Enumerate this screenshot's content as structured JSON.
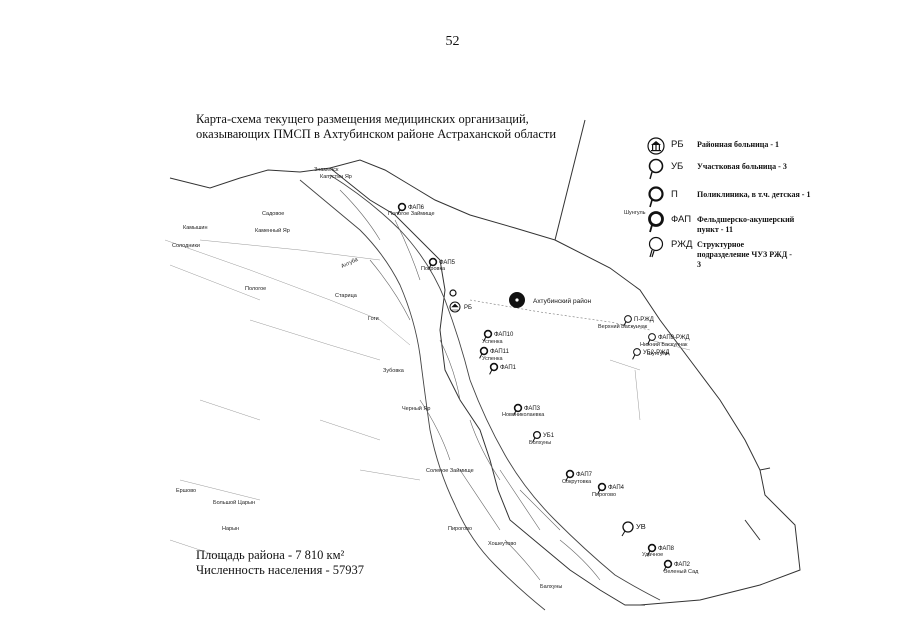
{
  "page_number": "52",
  "title": {
    "line1": "Карта-схема текущего размещения медицинских организаций,",
    "line2": "оказывающих ПМСП в Ахтубинском районе Астраханской области"
  },
  "legend": [
    {
      "abbr": "РБ",
      "desc": "Районная больница - 1",
      "icon": "hospital-icon"
    },
    {
      "abbr": "УБ",
      "desc": "Участковая больница - 3",
      "icon": "pin-icon"
    },
    {
      "abbr": "П",
      "desc": "Поликлиника, в т.ч. детская - 1",
      "icon": "pin-icon"
    },
    {
      "abbr": "ФАП",
      "desc": "Фельдшерско-акушерский пункт - 11",
      "icon": "pin-icon"
    },
    {
      "abbr": "РЖД",
      "desc": "Структурное подразделение ЧУЗ РЖД - 3",
      "icon": "pin-icon"
    }
  ],
  "stats": {
    "area": "Площадь района - 7 810 км²",
    "population": "Численность населения - 57937"
  },
  "district_label": "Ахтубинский район",
  "markers": [
    {
      "label": "ФАП6",
      "sublabel": "Пологое Займище"
    },
    {
      "label": "ФАП5",
      "sublabel": "Покровка"
    },
    {
      "label": "РБ",
      "sublabel": ""
    },
    {
      "label": "ФАП10",
      "sublabel": "Успенка"
    },
    {
      "label": "ФАП11",
      "sublabel": "Успенка"
    },
    {
      "label": "ФАП1",
      "sublabel": ""
    },
    {
      "label": "ФАП3",
      "sublabel": "Новониколаевка"
    },
    {
      "label": "УБ1",
      "sublabel": "Болхуны"
    },
    {
      "label": "ФАП7",
      "sublabel": "Сокрутовка"
    },
    {
      "label": "ФАП4",
      "sublabel": "Пирогово"
    },
    {
      "label": "УВ",
      "sublabel": ""
    },
    {
      "label": "ФАП8",
      "sublabel": "Удачное"
    },
    {
      "label": "ФАП2",
      "sublabel": "Зеленый Сад"
    },
    {
      "label": "П-РЖД",
      "sublabel": "Верхний Баскунчак"
    },
    {
      "label": "ФАП9-РЖД",
      "sublabel": "Нижний Баскунчак"
    },
    {
      "label": "УБ2-РЖД",
      "sublabel": "Шунгули"
    }
  ],
  "place_names": [
    "Знаменск",
    "Капустин Яр",
    "Садовое",
    "Каменный Яр",
    "Солодники",
    "Камышин",
    "Ахтуба",
    "Пологое",
    "Старица",
    "Гоги",
    "Черный Яр",
    "Зубовка",
    "Соленое Займище",
    "Большой Царын",
    "Нарын",
    "Ершово",
    "Хошеутово",
    "Шунгуль",
    "Пирогово",
    "Балхуны"
  ]
}
